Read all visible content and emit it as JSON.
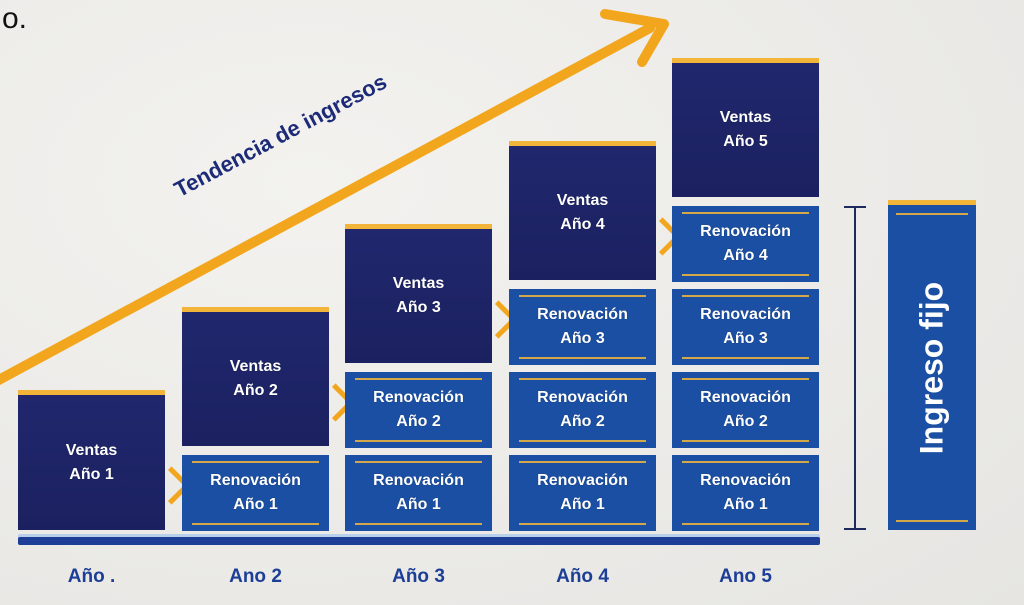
{
  "corner_text": "o.",
  "trend_label": "Tendencia de ingresos",
  "fixed_income_label": "Ingreso fijo",
  "colors": {
    "navy": "#1e2466",
    "renewal_blue": "#1b4fa3",
    "accent": "#f2a61e"
  },
  "columns": [
    {
      "year_label": "Año .",
      "sales": [
        "Ventas",
        "Año 1"
      ],
      "renewals": []
    },
    {
      "year_label": "Ano 2",
      "sales": [
        "Ventas",
        "Año 2"
      ],
      "renewals": [
        [
          "Renovación",
          "Año 1"
        ]
      ]
    },
    {
      "year_label": "Año 3",
      "sales": [
        "Ventas",
        "Año 3"
      ],
      "renewals": [
        [
          "Renovación",
          "Año 1"
        ],
        [
          "Renovación",
          "Año 2"
        ]
      ]
    },
    {
      "year_label": "Año 4",
      "sales": [
        "Ventas",
        "Año 4"
      ],
      "renewals": [
        [
          "Renovación",
          "Año 1"
        ],
        [
          "Renovación",
          "Año 2"
        ],
        [
          "Renovación",
          "Año 3"
        ]
      ]
    },
    {
      "year_label": "Ano 5",
      "sales": [
        "Ventas",
        "Año 5"
      ],
      "renewals": [
        [
          "Renovación",
          "Año 1"
        ],
        [
          "Renovación",
          "Año 2"
        ],
        [
          "Renovación",
          "Año 3"
        ],
        [
          "Renovación",
          "Año 4"
        ]
      ]
    }
  ]
}
